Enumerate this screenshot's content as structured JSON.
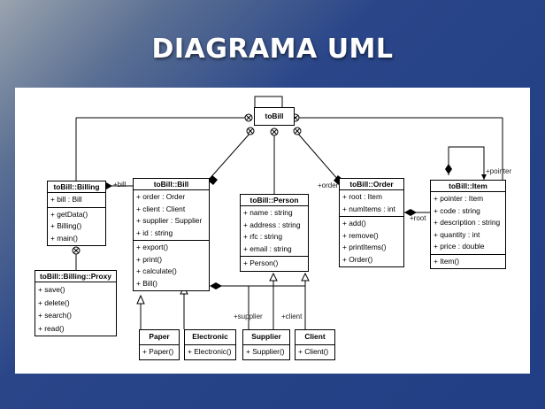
{
  "title": "DIAGRAMA UML",
  "classes": {
    "tobill": {
      "name": "toBill"
    },
    "billing": {
      "name": "toBill::Billing",
      "attributes": [
        "+ bill : Bill"
      ],
      "operations": [
        "+ getData()",
        "+ Billing()",
        "+ main()"
      ]
    },
    "billing_proxy": {
      "name": "toBill::Billing::Proxy",
      "operations": [
        "+ save()",
        "+ delete()",
        "+ search()",
        "+ read()"
      ]
    },
    "bill": {
      "name": "toBill::Bill",
      "attributes": [
        "+ order : Order",
        "+ client : Client",
        "+ supplier : Supplier",
        "+ id : string"
      ],
      "operations": [
        "+ export()",
        "+ print()",
        "+ calculate()",
        "+ Bill()"
      ]
    },
    "person": {
      "name": "toBill::Person",
      "attributes": [
        "+ name : string",
        "+ address : string",
        "+ rfc : string",
        "+ email : string"
      ],
      "operations": [
        "+ Person()"
      ]
    },
    "order": {
      "name": "toBill::Order",
      "attributes": [
        "+ root : Item",
        "+ numItems : int"
      ],
      "operations": [
        "+ add()",
        "+ remove()",
        "+ printItems()",
        "+ Order()"
      ]
    },
    "item": {
      "name": "toBill::Item",
      "attributes": [
        "+ pointer : Item",
        "+ code : string",
        "+ description : string",
        "+ quantity : int",
        "+ price : double"
      ],
      "operations": [
        "+ Item()"
      ]
    },
    "paper": {
      "name": "Paper",
      "operations": [
        "+ Paper()"
      ]
    },
    "electronic": {
      "name": "Electronic",
      "operations": [
        "+ Electronic()"
      ]
    },
    "supplier": {
      "name": "Supplier",
      "operations": [
        "+ Supplier()"
      ]
    },
    "client": {
      "name": "Client",
      "operations": [
        "+ Client()"
      ]
    }
  },
  "labels": {
    "bill": "+bill",
    "order": "+order",
    "root": "+root",
    "pointer": "+pointer",
    "supplier": "+supplier",
    "client": "+client"
  }
}
